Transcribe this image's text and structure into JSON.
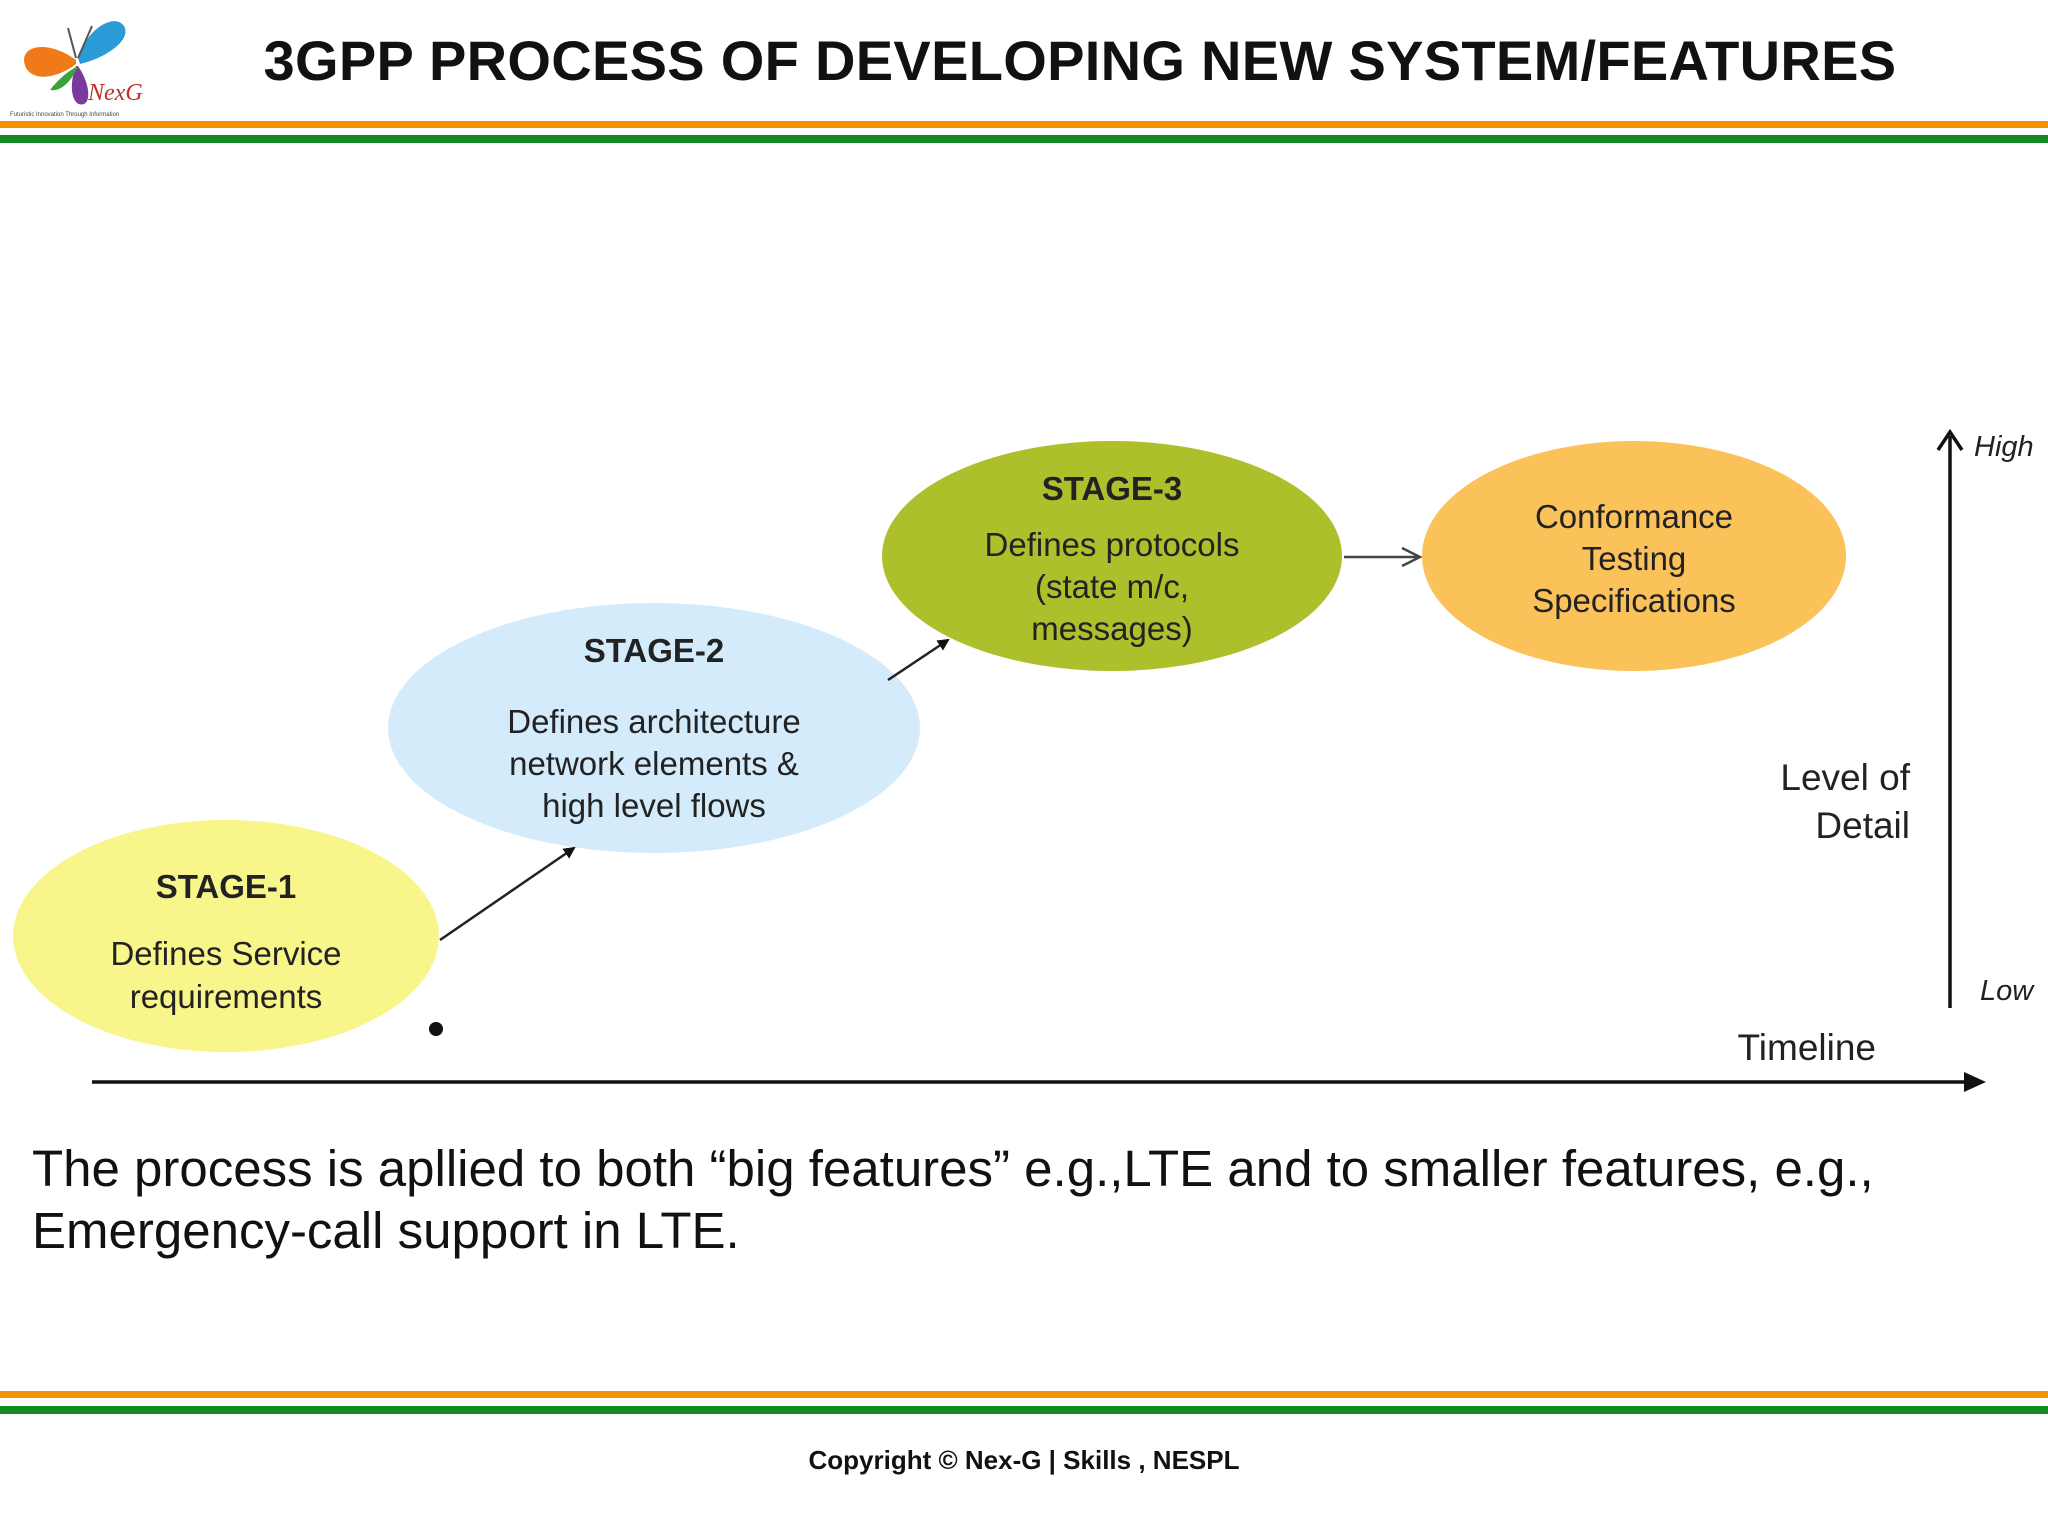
{
  "header": {
    "title": "3GPP PROCESS OF DEVELOPING NEW SYSTEM/FEATURES",
    "logo_text": "NexG",
    "logo_tagline": "Futuristic Innovation Through Information"
  },
  "diagram": {
    "stages": [
      {
        "heading": "STAGE-1",
        "lines": [
          "Defines Service",
          "requirements"
        ],
        "color": "#f8f58a"
      },
      {
        "heading": "STAGE-2",
        "lines": [
          "Defines architecture",
          "network elements &",
          "high level flows"
        ],
        "color": "#d3ebfb"
      },
      {
        "heading": "STAGE-3",
        "lines": [
          "Defines protocols",
          "(state m/c,",
          "messages)"
        ],
        "color": "#aebf2c"
      },
      {
        "heading": "",
        "lines": [
          "Conformance",
          "Testing",
          "Specifications"
        ],
        "color": "#fbc25a"
      }
    ],
    "y_axis": {
      "label_lines": [
        "Level of",
        "Detail"
      ],
      "high": "High",
      "low": "Low"
    },
    "x_axis": {
      "label": "Timeline"
    }
  },
  "body": {
    "line1": "The process is apllied to both “big features” e.g.,LTE and to smaller features, e.g.,",
    "line2": "Emergency-call support in LTE."
  },
  "footer": {
    "copyright": "Copyright © Nex-G | Skills , NESPL"
  },
  "colors": {
    "accent_orange": "#f39200",
    "accent_green": "#138a22"
  }
}
